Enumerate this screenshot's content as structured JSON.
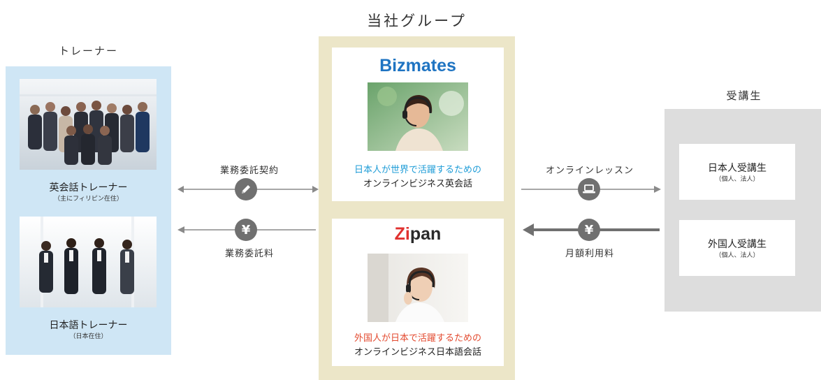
{
  "group_title": "当社グループ",
  "trainers": {
    "heading": "トレーナー",
    "items": [
      {
        "label": "英会話トレーナー",
        "sub": "（主にフィリピン在住）"
      },
      {
        "label": "日本語トレーナー",
        "sub": "（日本在住）"
      }
    ]
  },
  "services": [
    {
      "brand_prefix": "Biz",
      "brand_suffix": "mates",
      "tagline": "日本人が世界で活躍するための",
      "description": "オンラインビジネス英会話"
    },
    {
      "brand_prefix": "Zi",
      "brand_suffix": "pan",
      "tagline": "外国人が日本で活躍するための",
      "description": "オンラインビジネス日本語会話"
    }
  ],
  "students": {
    "heading": "受講生",
    "items": [
      {
        "label": "日本人受講生",
        "sub": "（個人、法人）"
      },
      {
        "label": "外国人受講生",
        "sub": "（個人、法人）"
      }
    ]
  },
  "flows": {
    "contract": {
      "label": "業務委託契約",
      "icon": "pencil-icon"
    },
    "fee": {
      "label": "業務委託料",
      "icon": "yen-icon"
    },
    "lesson": {
      "label": "オンラインレッスン",
      "icon": "laptop-icon"
    },
    "usage_fee": {
      "label": "月額利用料",
      "icon": "yen-icon"
    }
  },
  "colors": {
    "bizmates_blue": "#1f74c2",
    "bizmates_tagline": "#1e9cd7",
    "zipan_red": "#e0312f",
    "zipan_tagline": "#e34a2f",
    "trainer_panel": "#cfe6f5",
    "group_panel": "#ece6c8",
    "student_panel": "#dddddd",
    "icon_gray": "#707070"
  }
}
